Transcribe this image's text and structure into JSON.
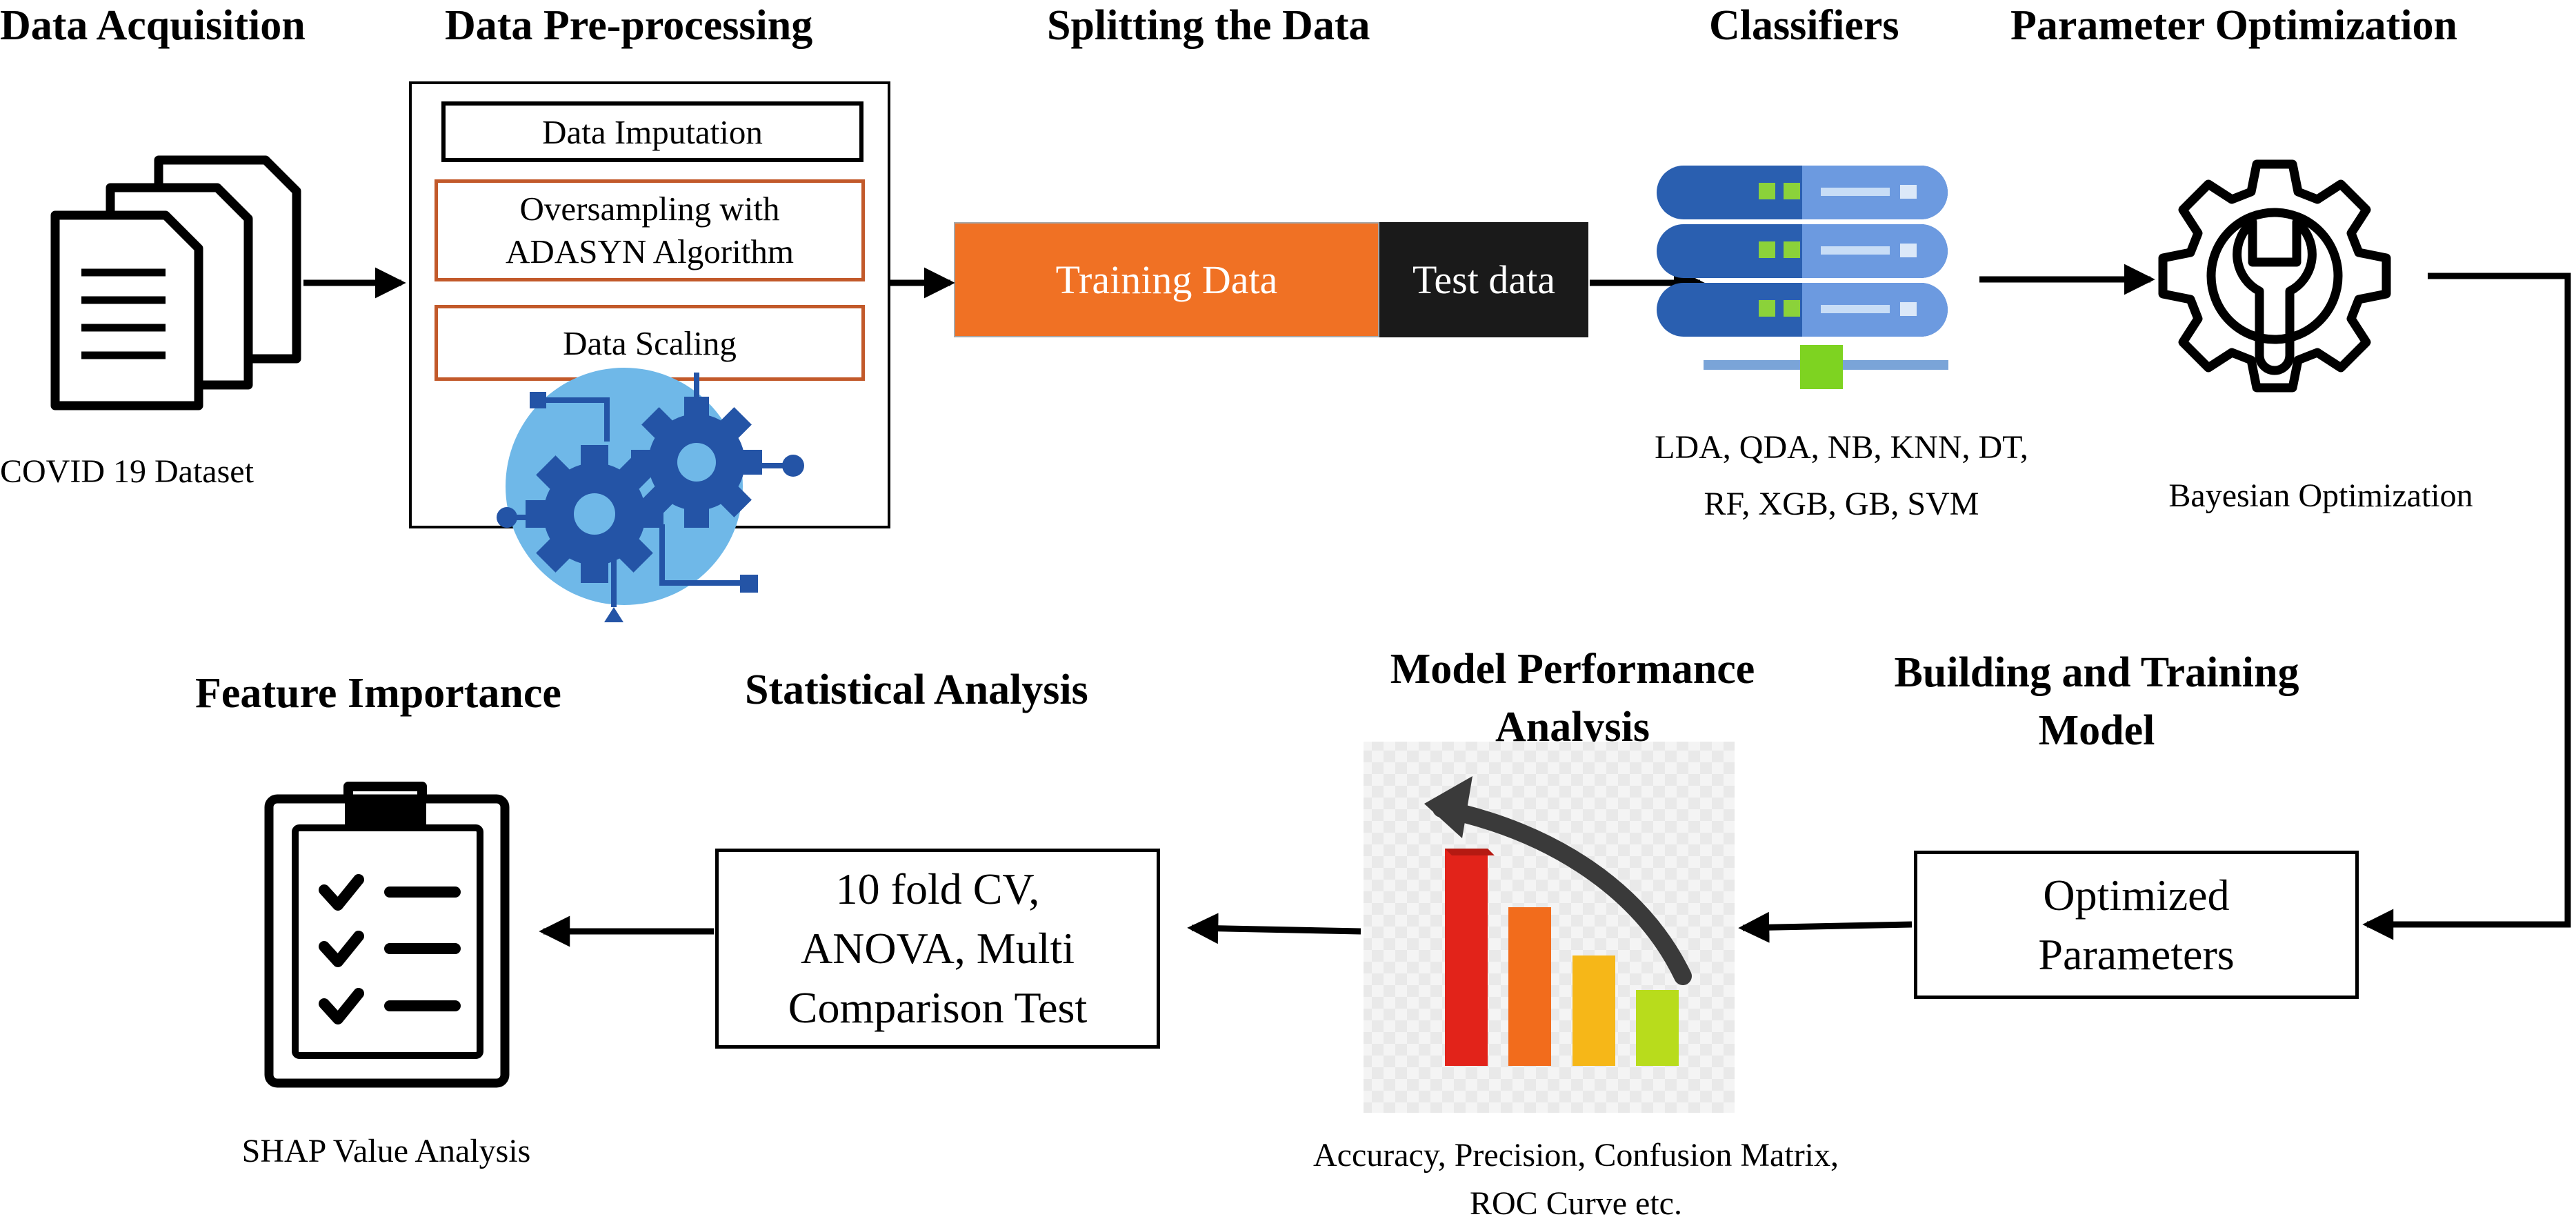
{
  "stages": {
    "data_acquisition": "Data Acquisition",
    "data_preprocessing": "Data Pre-processing",
    "splitting": "Splitting the Data",
    "classifiers": "Classifiers",
    "parameter_optimization": "Parameter Optimization",
    "building_training_1": "Building and Training",
    "building_training_2": "Model",
    "model_performance_1": "Model Performance",
    "model_performance_2": "Analysis",
    "statistical_analysis": "Statistical Analysis",
    "feature_importance": "Feature Importance"
  },
  "acquisition": {
    "caption": "COVID 19 Dataset",
    "icon": "documents-stack-icon"
  },
  "preprocessing": {
    "steps": [
      "Data Imputation",
      "Oversampling with",
      "ADASYN Algorithm",
      "Data Scaling"
    ],
    "icon": "gears-circuit-icon",
    "colors": {
      "step_border_primary": "#000000",
      "step_border_accent": "#c2592a",
      "gear": "#2454a6",
      "gear_bg": "#6fb8e8"
    }
  },
  "split": {
    "training_label": "Training Data",
    "test_label": "Test data",
    "colors": {
      "training": "#f07124",
      "test": "#1a1a1a"
    }
  },
  "classifiers": {
    "line1": "LDA, QDA, NB, KNN, DT,",
    "line2": "RF, XGB, GB, SVM",
    "icon": "server-stack-icon"
  },
  "optimization": {
    "caption": "Bayesian Optimization",
    "icon": "gear-wrench-icon"
  },
  "building": {
    "line1": "Optimized",
    "line2": "Parameters"
  },
  "performance": {
    "line1": "Accuracy, Precision, Confusion Matrix,",
    "line2": "ROC Curve etc.",
    "icon": "declining-bar-chart-icon",
    "bar_colors": [
      "#e2231a",
      "#f26c1c",
      "#f6b718",
      "#b8dc1c"
    ]
  },
  "statistics": {
    "line1": "10 fold CV,",
    "line2": "ANOVA, Multi",
    "line3": "Comparison Test"
  },
  "features": {
    "caption": "SHAP Value Analysis",
    "icon": "clipboard-checklist-icon"
  }
}
